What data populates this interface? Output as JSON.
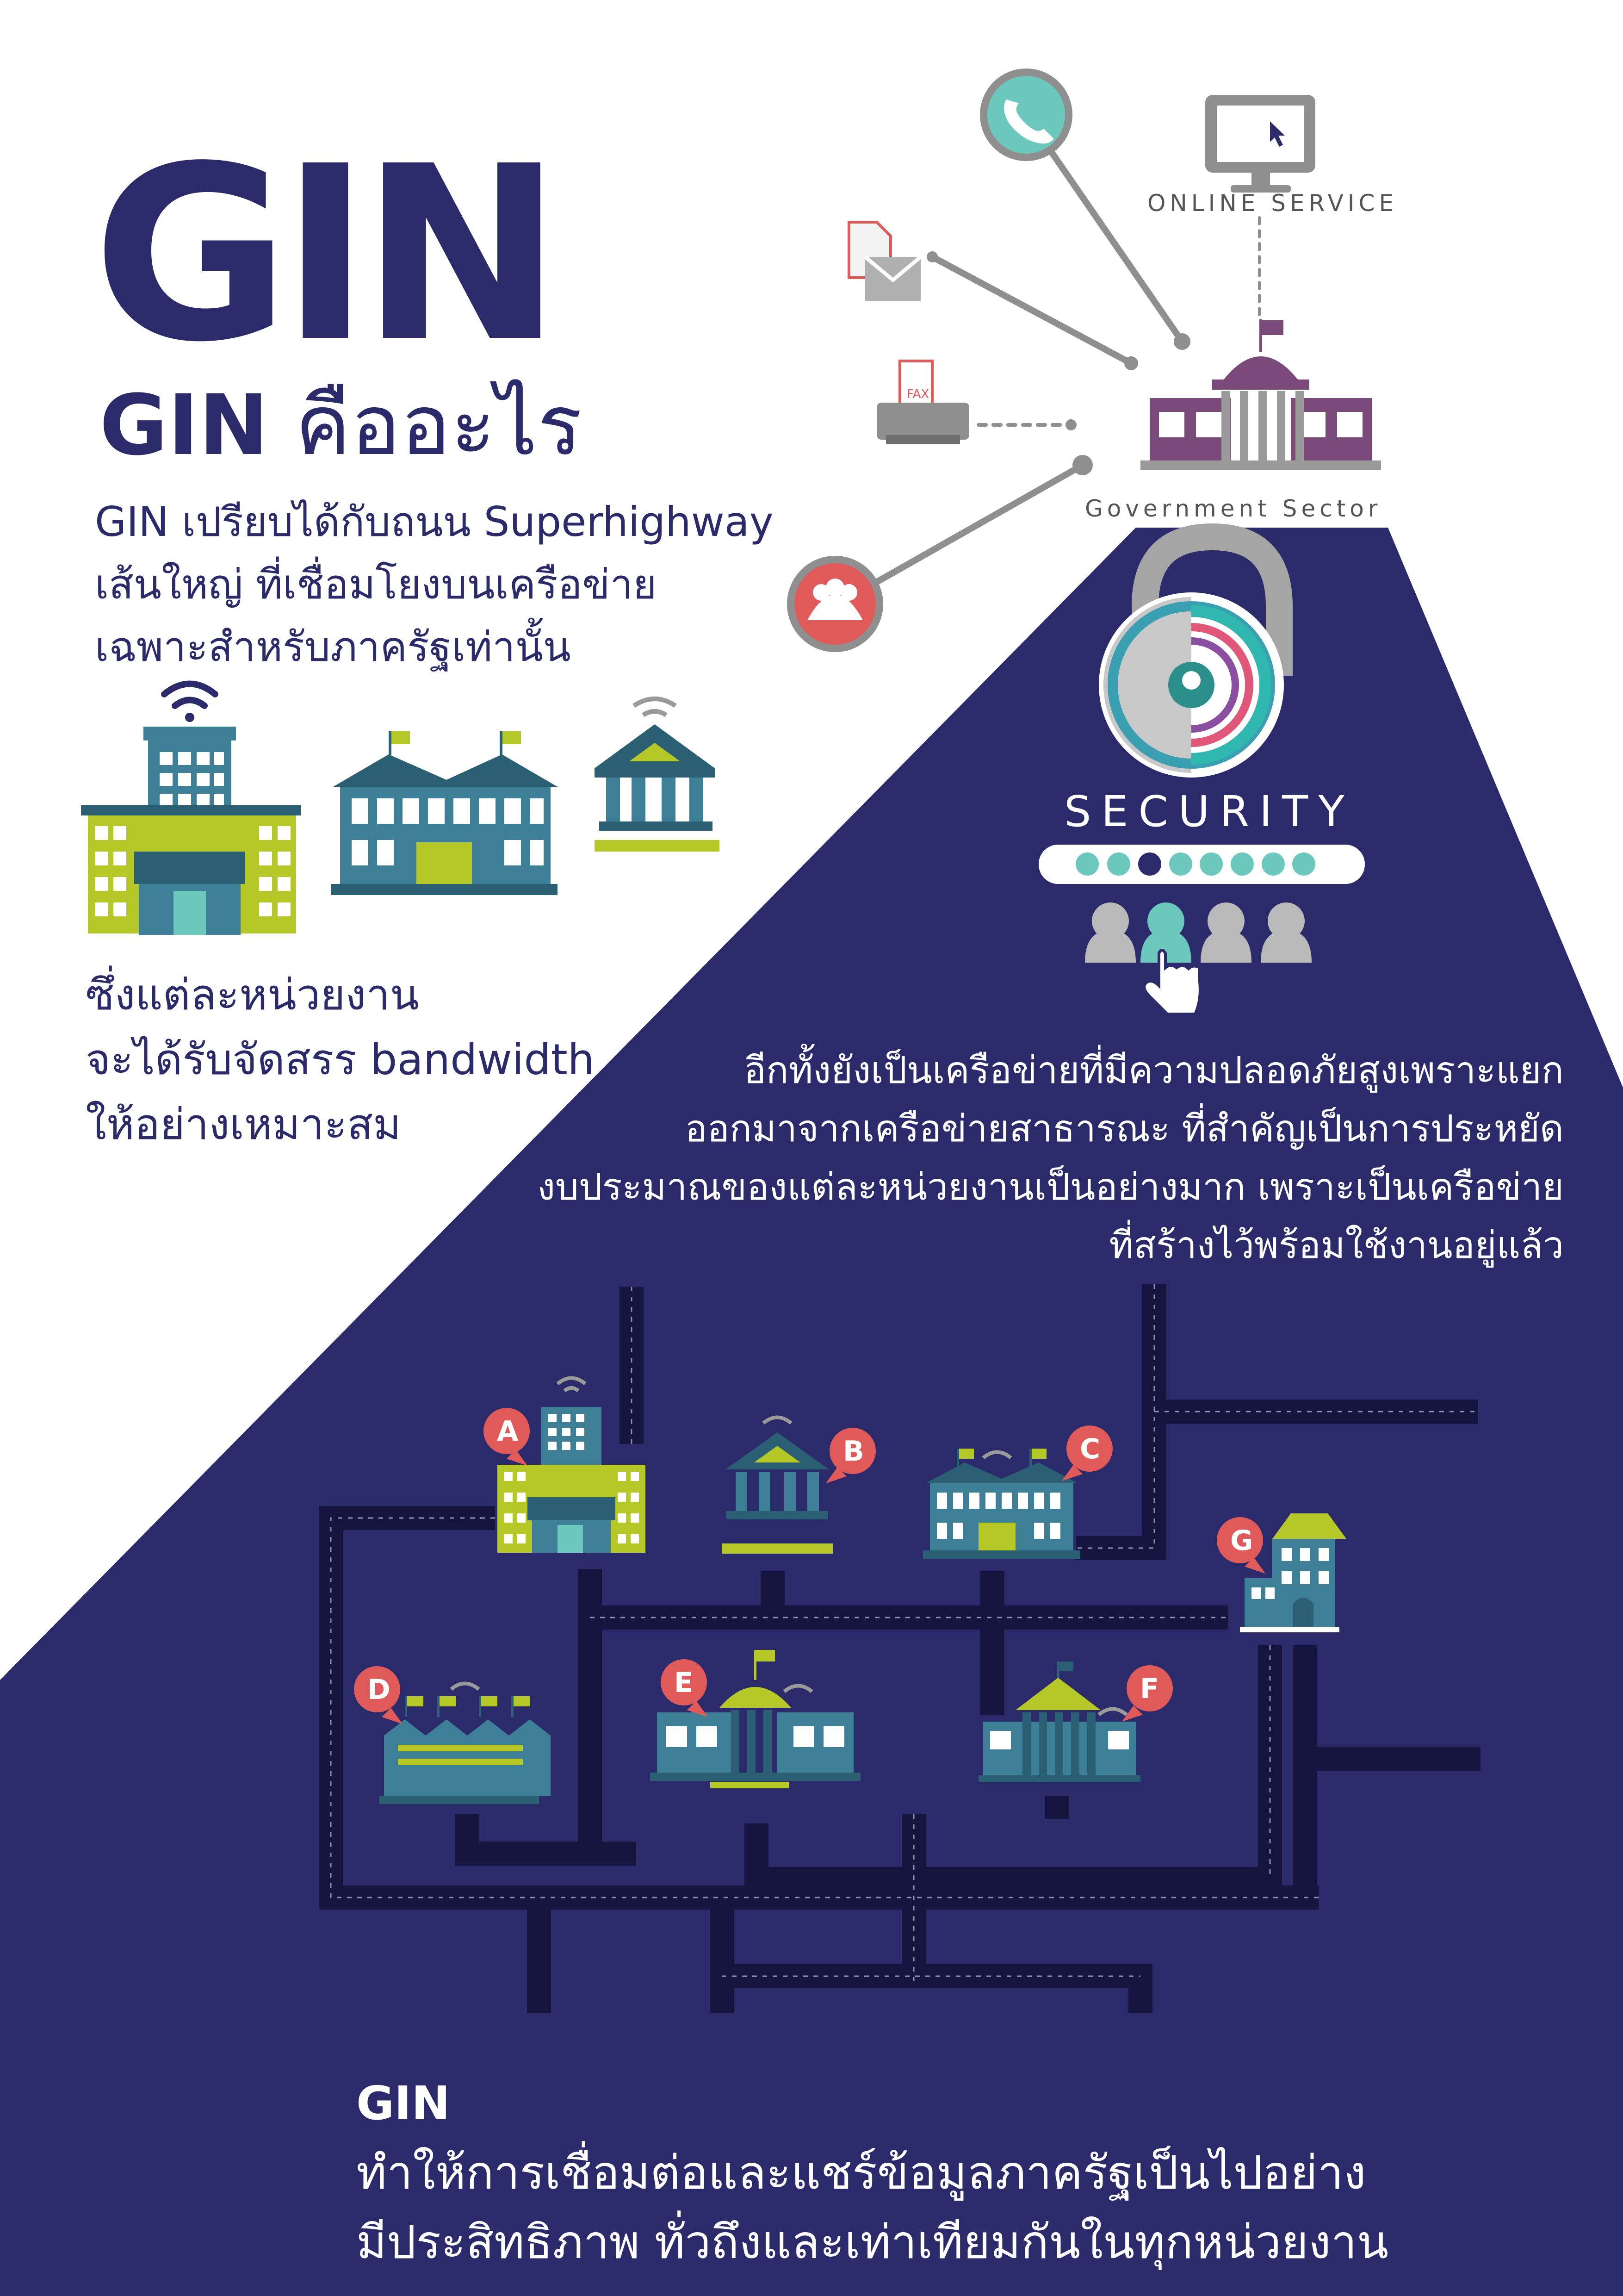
{
  "title": {
    "main": "GIN",
    "subtitle_bold": "GIN",
    "subtitle_rest": " คืออะไร"
  },
  "intro": {
    "lines": [
      "GIN เปรียบได้กับถนน Superhighway",
      "เส้นใหญ่ ที่เชื่อมโยงบนเครือข่าย",
      "เฉพาะสำหรับภาครัฐเท่านั้น"
    ]
  },
  "allocation": {
    "lines": [
      "ซึ่งแต่ละหน่วยงาน",
      "จะได้รับจัดสรร bandwidth",
      "ให้อย่างเหมาะสม"
    ]
  },
  "security_paragraph": {
    "lines": [
      "อีกทั้งยังเป็นเครือข่ายที่มีความปลอดภัยสูงเพราะแยก",
      "ออกมาจากเครือข่ายสาธารณะ ที่สำคัญเป็นการประหยัด",
      "งบประมาณของแต่ละหน่วยงานเป็นอย่างมาก เพราะเป็นเครือข่าย",
      "ที่สร้างไว้พร้อมใช้งานอยู่แล้ว"
    ]
  },
  "bottom": {
    "bold": "GIN",
    "line1_rest": " ทำให้การเชื่อมต่อและแชร์ข้อมูลภาครัฐเป็นไปอย่าง",
    "line2": "มีประสิทธิภาพ ทั่วถึงและเท่าเทียมกันในทุกหน่วยงาน"
  },
  "labels": {
    "online_service": "ONLINE SERVICE",
    "government_sector": "Government Sector",
    "security": "SECURITY",
    "fax": "FAX"
  },
  "network_nodes": [
    "A",
    "B",
    "C",
    "D",
    "E",
    "F",
    "G"
  ],
  "icons": [
    "phone-icon",
    "monitor-icon",
    "mail-icon",
    "fax-icon",
    "people-icon",
    "government-building-icon",
    "padlock-icon",
    "user-icon",
    "hand-cursor-icon",
    "office-building-icon",
    "school-building-icon",
    "bank-building-icon",
    "wifi-icon",
    "factory-icon",
    "house-icon"
  ],
  "colors": {
    "navy": "#2b2a6b",
    "lime": "#b5c827",
    "teal": "#3d7f96",
    "mint": "#6cc7bc",
    "coral": "#e05a5a",
    "purple": "#7a4a7a",
    "grey": "#9a9a9a"
  }
}
